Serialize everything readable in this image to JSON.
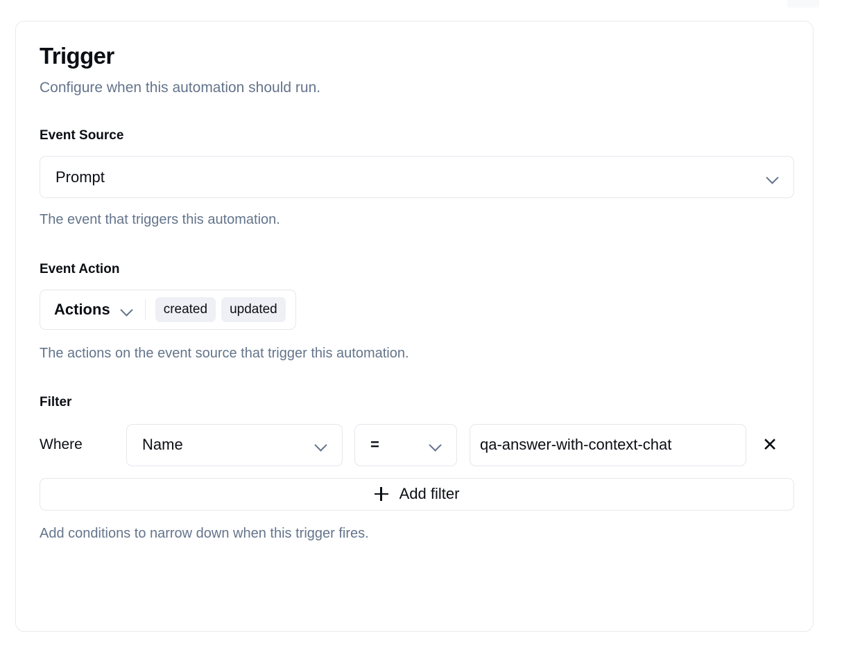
{
  "card": {
    "title": "Trigger",
    "subtitle": "Configure when this automation should run."
  },
  "event_source": {
    "label": "Event Source",
    "selected": "Prompt",
    "helper": "The event that triggers this automation.",
    "chevron_icon": "chevron-down-icon"
  },
  "event_action": {
    "label": "Event Action",
    "dropdown_label": "Actions",
    "chevron_icon": "chevron-down-icon",
    "chips": [
      "created",
      "updated"
    ],
    "helper": "The actions on the event source that trigger this automation."
  },
  "filter": {
    "label": "Filter",
    "where_label": "Where",
    "field_selected": "Name",
    "operator_selected": "=",
    "value": "qa-answer-with-context-chat",
    "remove_icon": "✕",
    "add_filter_label": "Add filter",
    "add_filter_icon": "plus-icon",
    "helper": "Add conditions to narrow down when this trigger fires."
  },
  "colors": {
    "ink": "#0b0e14",
    "muted": "#64748b",
    "card_border": "#e8eaee",
    "field_border": "#e4e7ec",
    "chip_bg": "#eef0f5"
  }
}
